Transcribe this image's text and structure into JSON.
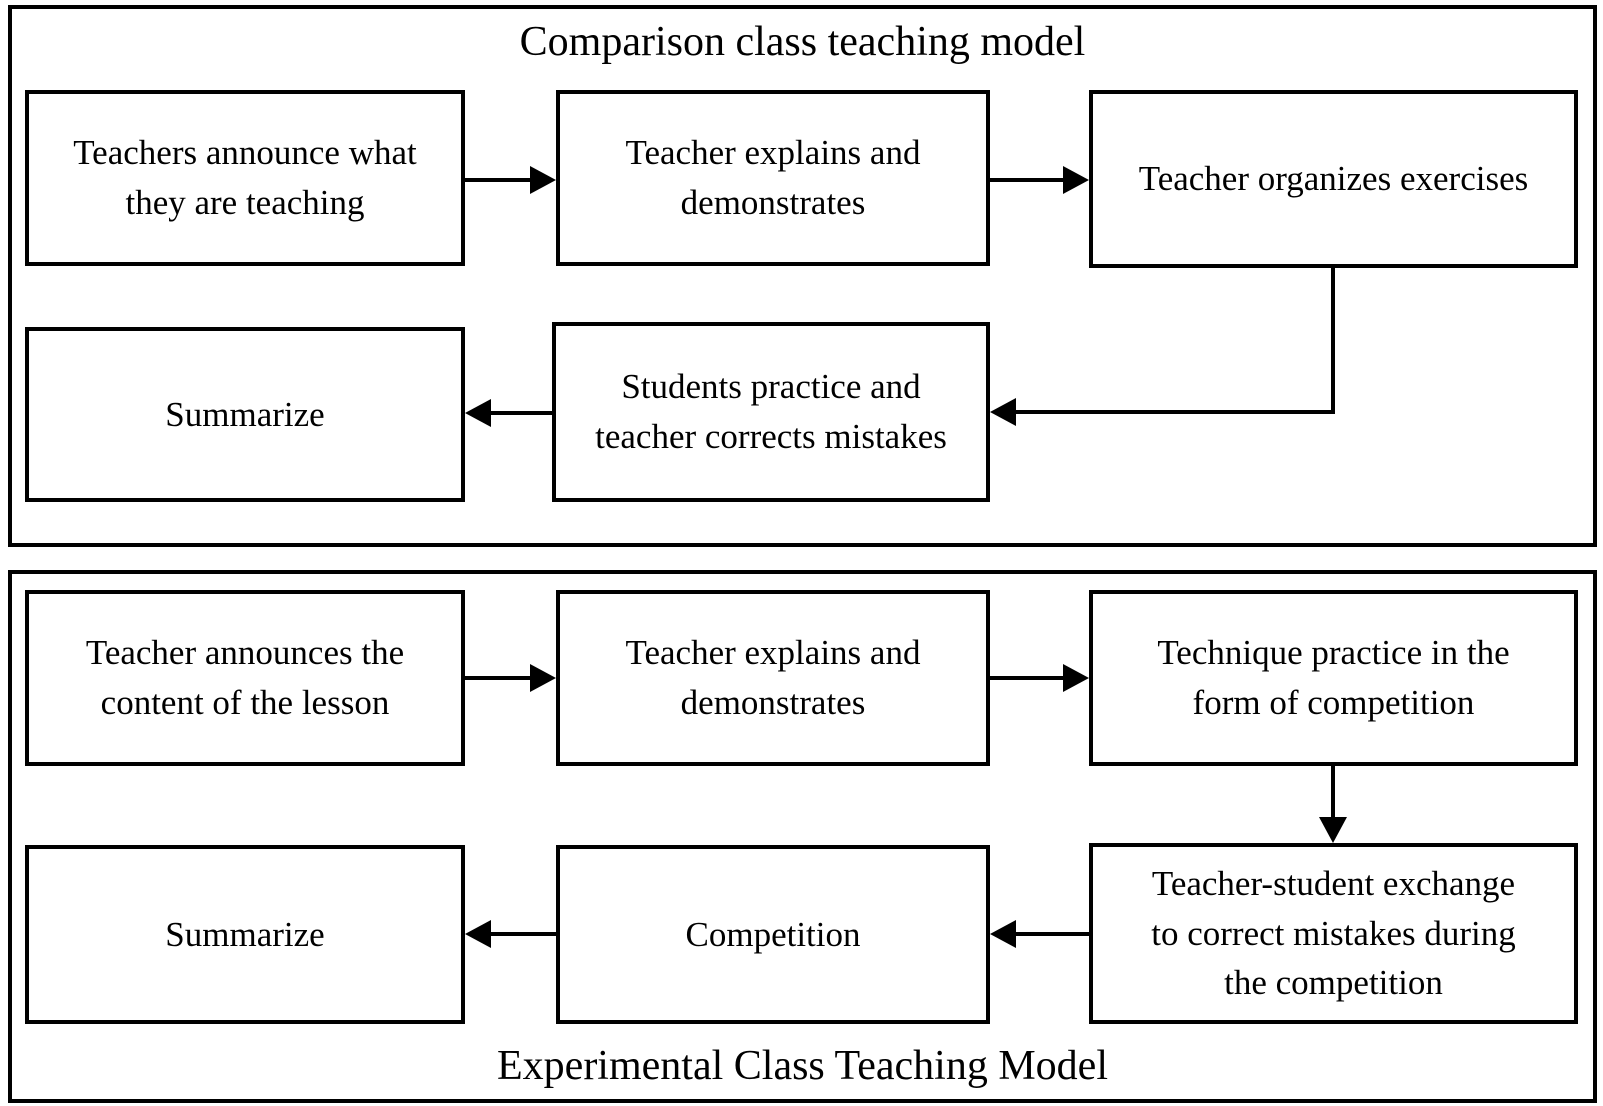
{
  "diagram": {
    "colors": {
      "background": "#ffffff",
      "line": "#000000",
      "text": "#000000"
    },
    "sections": [
      {
        "title": "Comparison class teaching model",
        "title_position": "top",
        "boxes": [
          {
            "label": "Teachers announce what\nthey are teaching"
          },
          {
            "label": "Teacher explains and\ndemonstrates"
          },
          {
            "label": "Teacher organizes exercises"
          },
          {
            "label": "Summarize"
          },
          {
            "label": "Students practice and\nteacher corrects mistakes"
          }
        ],
        "edges": [
          {
            "from": "Teachers announce what they are teaching",
            "to": "Teacher explains and demonstrates"
          },
          {
            "from": "Teacher explains and demonstrates",
            "to": "Teacher organizes exercises"
          },
          {
            "from": "Teacher organizes exercises",
            "to": "Students practice and teacher corrects mistakes"
          },
          {
            "from": "Students practice and teacher corrects mistakes",
            "to": "Summarize"
          }
        ]
      },
      {
        "title": "Experimental Class Teaching Model",
        "title_position": "bottom",
        "boxes": [
          {
            "label": "Teacher announces the\ncontent of the lesson"
          },
          {
            "label": "Teacher explains and\ndemonstrates"
          },
          {
            "label": "Technique practice in the\nform of competition"
          },
          {
            "label": "Summarize"
          },
          {
            "label": "Competition"
          },
          {
            "label": "Teacher-student exchange\nto correct mistakes during\nthe competition"
          }
        ],
        "edges": [
          {
            "from": "Teacher announces the content of the lesson",
            "to": "Teacher explains and demonstrates"
          },
          {
            "from": "Teacher explains and demonstrates",
            "to": "Technique practice in the form of competition"
          },
          {
            "from": "Technique practice in the form of competition",
            "to": "Teacher-student exchange to correct mistakes during the competition"
          },
          {
            "from": "Teacher-student exchange to correct mistakes during the competition",
            "to": "Competition"
          },
          {
            "from": "Competition",
            "to": "Summarize"
          }
        ]
      }
    ]
  }
}
